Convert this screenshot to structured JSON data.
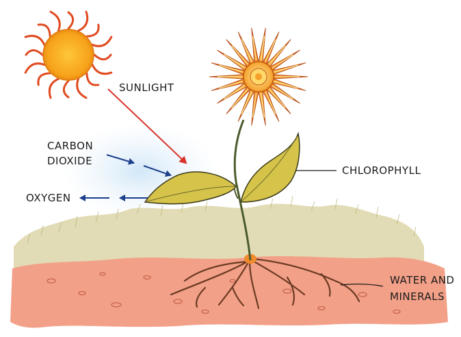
{
  "labels": {
    "sunlight": "SUNLIGHT",
    "carbon_dioxide_line1": "CARBON",
    "carbon_dioxide_line2": "DIOXIDE",
    "oxygen": "OXYGEN",
    "chlorophyll": "CHLOROPHYLL",
    "water_minerals_line1": "WATER AND",
    "water_minerals_line2": "MINERALS"
  },
  "colors": {
    "sun": "#f6a21a",
    "sun_rays": "#e04a1f",
    "sunlight_arrow": "#d8332a",
    "gas_arrows": "#1d3f8c",
    "leaf": "#d6c34a",
    "petals": "#f08a2a",
    "stem": "#4a5a2a",
    "soil": "#f19a83",
    "grass": "#d9d4a4",
    "roots": "#6b3a22"
  }
}
